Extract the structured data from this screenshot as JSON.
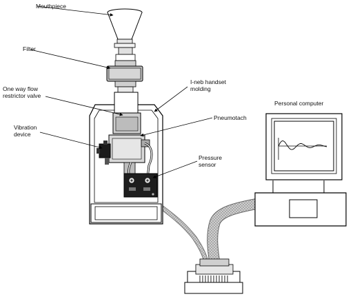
{
  "labels": {
    "mouthpiece": "Mouthpiece",
    "filter": "Filter",
    "valve": "One way flow\nrestrictor valve",
    "vibration": "Vibration\ndevice",
    "handset": "I-neb handset\nmolding",
    "pneumotach": "Pneumotach",
    "pressure": "Pressure\nsensor",
    "computer": "Personal computer"
  }
}
